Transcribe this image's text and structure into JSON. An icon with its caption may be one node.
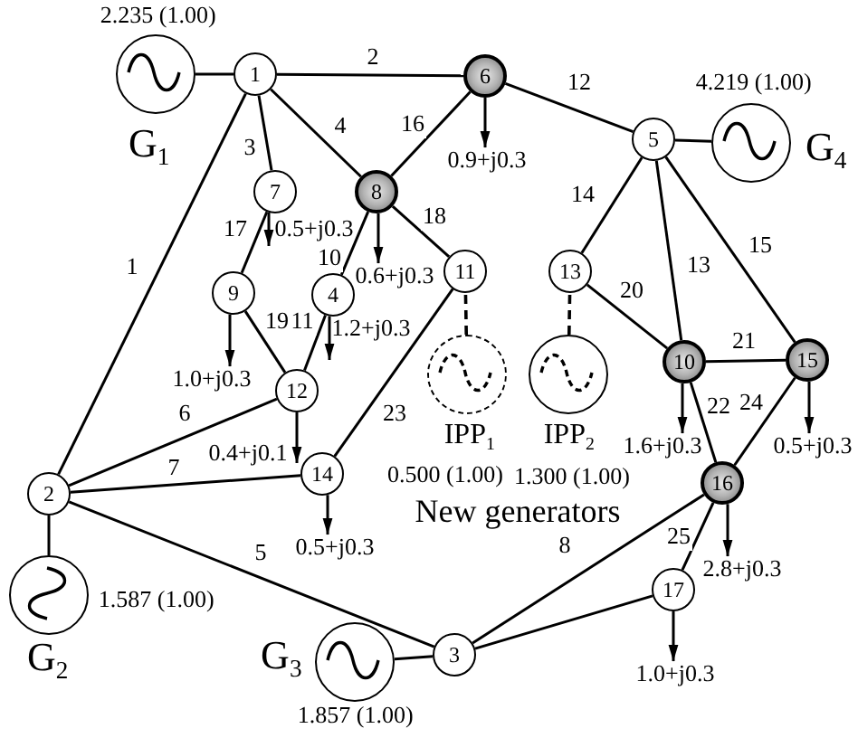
{
  "diagram": {
    "nodes": [
      {
        "text": [
          "1"
        ]
      },
      {
        "text": [
          "2"
        ]
      },
      {
        "text": [
          "3"
        ]
      },
      {
        "text": [
          "4"
        ]
      },
      {
        "text": [
          "5"
        ]
      },
      {
        "text": [
          "6"
        ]
      },
      {
        "text": [
          "7"
        ]
      },
      {
        "text": [
          "8"
        ]
      },
      {
        "text": [
          "9"
        ]
      },
      {
        "text": [
          "10"
        ]
      },
      {
        "text": [
          "11"
        ]
      },
      {
        "text": [
          "12"
        ]
      },
      {
        "text": [
          "13"
        ]
      },
      {
        "text": [
          "14"
        ]
      },
      {
        "text": [
          "15"
        ]
      },
      {
        "text": [
          "16"
        ]
      },
      {
        "text": [
          "17"
        ]
      },
      {
        "text": [
          "G$_{1}$"
        ],
        "beside": [
          "2.235 (1.00)"
        ]
      },
      {
        "text": [
          "G$_{2}$"
        ],
        "beside": [
          "1.587 (1.00)"
        ]
      },
      {
        "text": [
          "G$_{3}$"
        ],
        "beside": [
          "1.857 (1.00)"
        ]
      },
      {
        "text": [
          "G$_{4}$"
        ],
        "beside": [
          "4.219 (1.00)"
        ]
      },
      {
        "text": [
          "IPP$_{1}$"
        ]
      },
      {
        "text": [
          "IPP$_{2}$"
        ]
      },
      {
        "text": [
          "0.9+j0.3"
        ]
      },
      {
        "text": [
          "0.5+j0.3"
        ]
      },
      {
        "text": [
          "0.6+j0.3"
        ]
      },
      {
        "text": [
          "1.2+j0.3"
        ]
      },
      {
        "text": [
          "1.0+j0.3"
        ]
      },
      {
        "text": [
          "0.4+j0.1"
        ]
      },
      {
        "text": [
          "0.5+j0.3"
        ]
      },
      {
        "text": [
          "1.6+j0.3"
        ]
      },
      {
        "text": [
          "0.5+j0.3"
        ]
      },
      {
        "text": [
          "2.8+j0.3"
        ]
      },
      {
        "text": [
          "1.0+j0.3"
        ]
      }
    ],
    "edges": [
      {
        "from": 0,
        "to": 1,
        "label": "1",
        "arrow": "none"
      },
      {
        "from": 0,
        "to": 5,
        "label": "2",
        "arrow": "none"
      },
      {
        "from": 0,
        "to": 6,
        "label": "3",
        "arrow": "none"
      },
      {
        "from": 0,
        "to": 7,
        "label": "4",
        "arrow": "none"
      },
      {
        "from": 1,
        "to": 2,
        "label": "5",
        "arrow": "none"
      },
      {
        "from": 1,
        "to": 11,
        "label": "6",
        "arrow": "none"
      },
      {
        "from": 1,
        "to": 13,
        "label": "7",
        "arrow": "none"
      },
      {
        "from": 2,
        "to": 15,
        "label": "8",
        "arrow": "none"
      },
      {
        "from": 7,
        "to": 3,
        "label": "10",
        "arrow": "none"
      },
      {
        "from": 3,
        "to": 11,
        "label": "11",
        "arrow": "none"
      },
      {
        "from": 5,
        "to": 4,
        "label": "12",
        "arrow": "none"
      },
      {
        "from": 4,
        "to": 9,
        "label": "13",
        "arrow": "none"
      },
      {
        "from": 4,
        "to": 12,
        "label": "14",
        "arrow": "none"
      },
      {
        "from": 4,
        "to": 14,
        "label": "15",
        "arrow": "none"
      },
      {
        "from": 7,
        "to": 5,
        "label": "16",
        "arrow": "none"
      },
      {
        "from": 6,
        "to": 8,
        "label": "17",
        "arrow": "none"
      },
      {
        "from": 7,
        "to": 10,
        "label": "18",
        "arrow": "none"
      },
      {
        "from": 8,
        "to": 11,
        "label": "19",
        "arrow": "none"
      },
      {
        "from": 12,
        "to": 9,
        "label": "20",
        "arrow": "none"
      },
      {
        "from": 9,
        "to": 14,
        "label": "21",
        "arrow": "none"
      },
      {
        "from": 9,
        "to": 15,
        "label": "22",
        "arrow": "none"
      },
      {
        "from": 10,
        "to": 13,
        "label": "23",
        "arrow": "none"
      },
      {
        "from": 14,
        "to": 15,
        "label": "24",
        "arrow": "none"
      },
      {
        "from": 15,
        "to": 16,
        "label": "25",
        "arrow": "none"
      },
      {
        "from": 2,
        "to": 16,
        "arrow": "none"
      },
      {
        "from": 17,
        "to": 0,
        "arrow": "none"
      },
      {
        "from": 18,
        "to": 1,
        "arrow": "none"
      },
      {
        "from": 19,
        "to": 2,
        "arrow": "none"
      },
      {
        "from": 20,
        "to": 4,
        "arrow": "none"
      },
      {
        "from": 21,
        "to": 10,
        "arrow": "none",
        "style": "dashed"
      },
      {
        "from": 22,
        "to": 12,
        "arrow": "none",
        "style": "dashed"
      },
      {
        "from": 5,
        "to": 23,
        "arrow": "to"
      },
      {
        "from": 6,
        "to": 24,
        "arrow": "to"
      },
      {
        "from": 7,
        "to": 25,
        "arrow": "to"
      },
      {
        "from": 3,
        "to": 26,
        "arrow": "to"
      },
      {
        "from": 8,
        "to": 27,
        "arrow": "to"
      },
      {
        "from": 11,
        "to": 28,
        "arrow": "to"
      },
      {
        "from": 13,
        "to": 29,
        "arrow": "to"
      },
      {
        "from": 9,
        "to": 30,
        "arrow": "to"
      },
      {
        "from": 14,
        "to": 31,
        "arrow": "to"
      },
      {
        "from": 15,
        "to": 32,
        "arrow": "to"
      },
      {
        "from": 16,
        "to": 33,
        "arrow": "to"
      }
    ],
    "labels": [
      "0.500 (1.00)",
      "1.300 (1.00)",
      "New generators"
    ]
  }
}
